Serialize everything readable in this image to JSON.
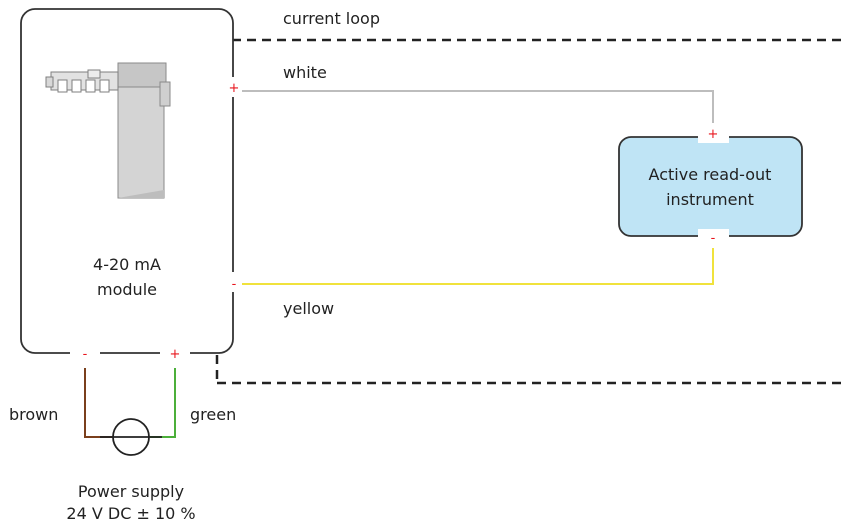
{
  "labels": {
    "current_loop": "current loop",
    "module_line1": "4-20 mA",
    "module_line2": "module",
    "instrument_line1": "Active read-out",
    "instrument_line2": "instrument",
    "power_line1": "Power supply",
    "power_line2": "24 V DC ± 10 %"
  },
  "wires": {
    "white": "white",
    "yellow": "yellow",
    "brown": "brown",
    "green": "green"
  },
  "terminals": {
    "plus": "+",
    "minus": "-"
  },
  "colors": {
    "white_wire": "#bdbdbd",
    "yellow_wire": "#f0e23c",
    "brown_wire": "#7a3f1c",
    "green_wire": "#4caf3a",
    "instrument_fill": "#bfe4f5",
    "sign_red": "#e8141c",
    "loop_dash": "#222222"
  }
}
